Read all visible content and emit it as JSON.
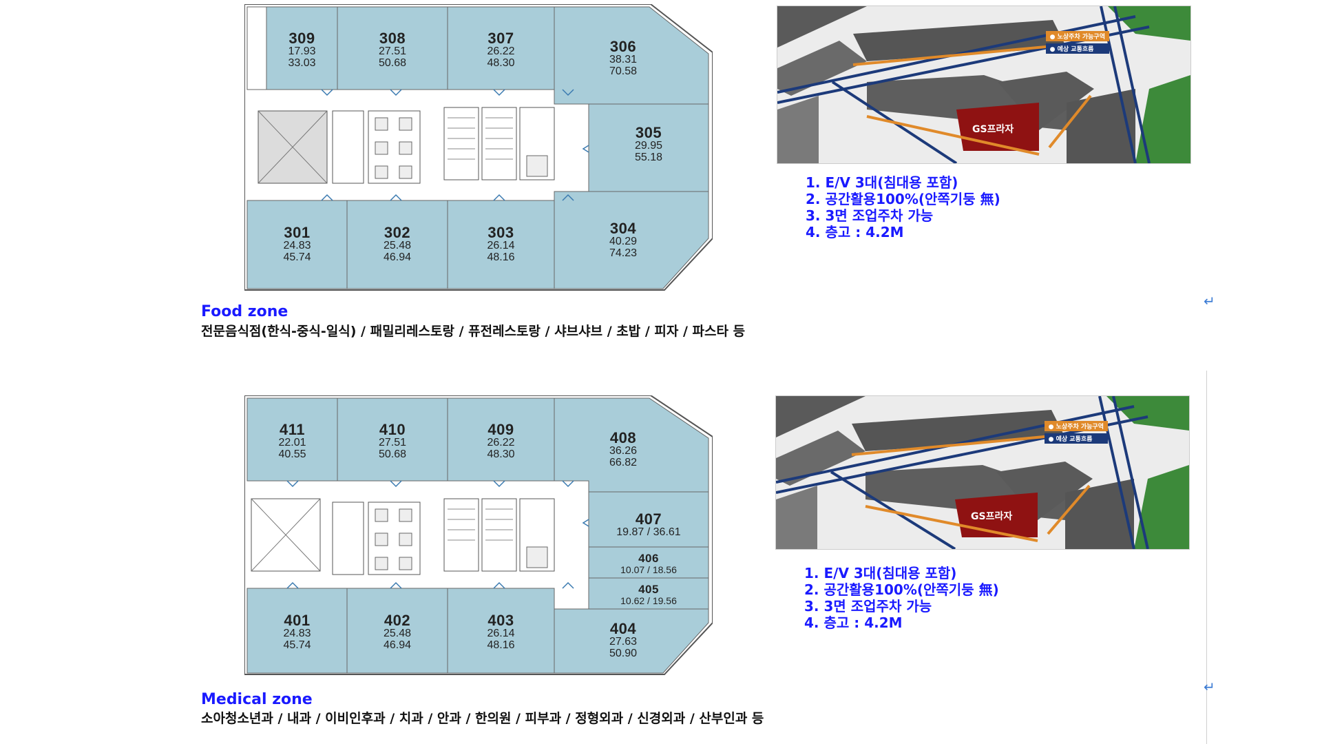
{
  "floor3": {
    "rooms": [
      {
        "num": "309",
        "a": "17.93",
        "b": "33.03"
      },
      {
        "num": "308",
        "a": "27.51",
        "b": "50.68"
      },
      {
        "num": "307",
        "a": "26.22",
        "b": "48.30"
      },
      {
        "num": "306",
        "a": "38.31",
        "b": "70.58"
      },
      {
        "num": "305",
        "a": "29.95",
        "b": "55.18"
      },
      {
        "num": "301",
        "a": "24.83",
        "b": "45.74"
      },
      {
        "num": "302",
        "a": "25.48",
        "b": "46.94"
      },
      {
        "num": "303",
        "a": "26.14",
        "b": "48.16"
      },
      {
        "num": "304",
        "a": "40.29",
        "b": "74.23"
      }
    ],
    "features": [
      "1. E/V 3대(침대용 포함)",
      "2. 공간활용100%(안쪽기둥 無)",
      "3. 3면 조업주차 가능",
      "4. 층고 : 4.2M"
    ],
    "zone_title": "Food zone",
    "zone_desc": "전문음식점(한식-중식-일식) / 패밀리레스토랑 / 퓨전레스토랑 / 샤브샤브 / 초밥 / 피자 / 파스타 등"
  },
  "floor4": {
    "rooms": [
      {
        "num": "411",
        "a": "22.01",
        "b": "40.55"
      },
      {
        "num": "410",
        "a": "27.51",
        "b": "50.68"
      },
      {
        "num": "409",
        "a": "26.22",
        "b": "48.30"
      },
      {
        "num": "408",
        "a": "36.26",
        "b": "66.82"
      },
      {
        "num": "407",
        "a": "19.87 / 36.61"
      },
      {
        "num": "406",
        "a": "10.07 / 18.56"
      },
      {
        "num": "405",
        "a": "10.62 / 19.56"
      },
      {
        "num": "401",
        "a": "24.83",
        "b": "45.74"
      },
      {
        "num": "402",
        "a": "25.48",
        "b": "46.94"
      },
      {
        "num": "403",
        "a": "26.14",
        "b": "48.16"
      },
      {
        "num": "404",
        "a": "27.63",
        "b": "50.90"
      }
    ],
    "features": [
      "1. E/V 3대(침대용 포함)",
      "2. 공간활용100%(안쪽기둥 無)",
      "3. 3면 조업주차 가능",
      "4. 층고 : 4.2M"
    ],
    "zone_title": "Medical zone",
    "zone_desc": "소아청소년과 / 내과 / 이비인후과 / 치과 / 안과 / 한의원  / 피부과 / 정형외과 / 신경외과 / 산부인과 등"
  },
  "map": {
    "legend_parking": "● 노상주차 가능구역",
    "legend_traffic": "● 예상 교통흐름",
    "gs_label": "GS프라자"
  },
  "return_mark": "↵",
  "colors": {
    "room_fill": "#a9cdd9",
    "accent_blue": "#1a1aff",
    "gs_red": "#9b1111",
    "road_orange": "#e08a2a"
  }
}
